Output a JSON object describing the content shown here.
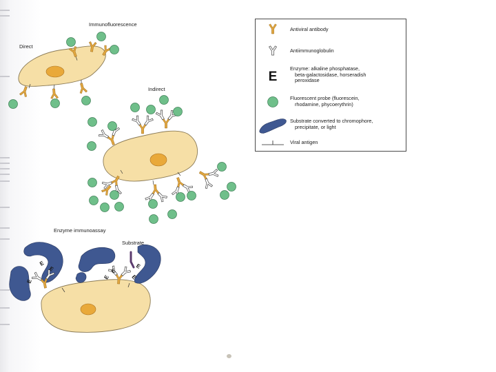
{
  "labels": {
    "immunofluorescence": "Immunofluorescence",
    "direct": "Direct",
    "indirect": "Indirect",
    "enzyme_immunoassay": "Enzyme immunoassay",
    "substrate": "Substrate",
    "enzyme_symbol": "E"
  },
  "legend": [
    {
      "key": "antiviral-antibody",
      "line1": "Antiviral antibody",
      "line2": ""
    },
    {
      "key": "antiimmunoglobulin",
      "line1": "Antiimmunoglobulin",
      "line2": ""
    },
    {
      "key": "enzyme",
      "line1": "Enzyme: alkaline phosphatase,",
      "line2": "beta-galactosidase, horseradish",
      "line3": "peroxidase"
    },
    {
      "key": "fluorescent-probe",
      "line1": "Fluorescent probe (fluorescein,",
      "line2": "rhodamine, phycoerythrin)"
    },
    {
      "key": "substrate",
      "line1": "Substrate converted to chromophore,",
      "line2": "precipitate, or light"
    },
    {
      "key": "viral-antigen",
      "line1": "Viral antigen",
      "line2": ""
    }
  ],
  "colors": {
    "cell_fill": "#f6dfa6",
    "cell_stroke": "#8a7a55",
    "nucleus": "#e9a93a",
    "antibody": "#e0a640",
    "antiimmunoglobulin": "#ffffff",
    "probe": "#6fbf8a",
    "substrate": "#3f5891",
    "substrate_arrow": "#5b3b6e"
  }
}
